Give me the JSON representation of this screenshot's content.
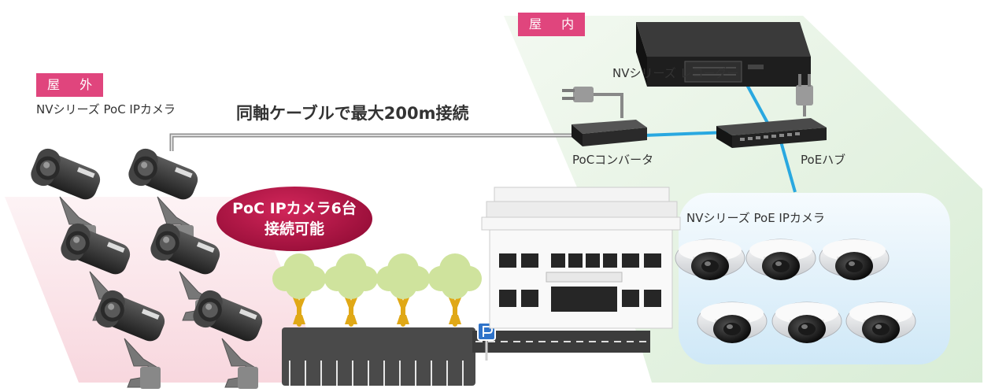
{
  "zones": {
    "outdoor_tag": "屋 外",
    "indoor_tag": "屋 内"
  },
  "labels": {
    "outdoor_camera": "NVシリーズ PoC IPカメラ",
    "recorder": "NVシリーズ レコーダー",
    "converter": "PoCコンバータ",
    "hub": "PoEハブ",
    "indoor_camera": "NVシリーズ PoE IPカメラ"
  },
  "headline": "同軸ケーブルで最大200m接続",
  "badge": {
    "line1": "PoC IPカメラ6台",
    "line2": "接続可能"
  },
  "colors": {
    "tag": "#e0457d",
    "badge": "#b3174a",
    "network_cable": "#29a8e0",
    "coax_cable": "#9a9a9a",
    "outdoor_zone": "#fbe3e8",
    "indoor_zone": "#e3f1e1",
    "indoor_camera_zone": "#e6f3fb"
  }
}
